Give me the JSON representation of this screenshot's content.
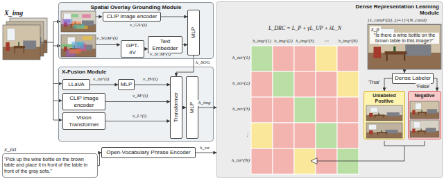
{
  "diagram": {
    "nodes": [
      {
        "text": [
          "Spatial Overlay Grounding Module"
        ]
      },
      {
        "text": [
          "CLIP image encoder"
        ],
        "in": 0
      },
      {
        "text": [
          "GPT-4V"
        ],
        "in": 0
      },
      {
        "text": [
          "Text Embedder"
        ],
        "in": 0
      },
      {
        "text": [
          "MLP"
        ],
        "in": 0
      },
      {
        "text": [
          "X-Fusion Module"
        ]
      },
      {
        "text": [
          "LLaVA"
        ],
        "in": 5
      },
      {
        "text": [
          "MLP"
        ],
        "in": 5
      },
      {
        "text": [
          "CLIP image encoder"
        ],
        "in": 5
      },
      {
        "text": [
          "Vision Transformer"
        ],
        "in": 5
      },
      {
        "text": [
          "Transformer"
        ],
        "in": 5
      },
      {
        "text": [
          "MLP"
        ],
        "in": 5
      },
      {
        "text": [
          "Open-Vocabulary Phrase Encoder"
        ]
      },
      {
        "text": [
          "x_txt",
          "\"Pick up the wine bottle on the brown table and place it in front of the table in front of the gray sofa.\""
        ]
      },
      {
        "text": [
          "Dense Representation Learning Module"
        ]
      },
      {
        "text": [
          "x_p",
          "\"Is there a wine bottle on the brown table in this image?\""
        ],
        "in": 14
      },
      {
        "text": [
          "Dense Labeler"
        ],
        "in": 14
      },
      {
        "text": [
          "Unlabeled Positive"
        ],
        "in": 14
      },
      {
        "text": [
          "Negative"
        ],
        "in": 14
      }
    ],
    "edges": [
      {
        "from": 1,
        "to": 4,
        "arrow": "to",
        "label": "v_GS^(i)"
      },
      {
        "from": 2,
        "to": 3,
        "arrow": "to"
      },
      {
        "from": 3,
        "to": 4,
        "arrow": "to",
        "label": "v_SCM^(i)"
      },
      {
        "from": 4,
        "to": 10,
        "arrow": "to",
        "label": "h_SOG"
      },
      {
        "from": 6,
        "to": 7,
        "arrow": "to",
        "label": "v_txt^(i)"
      },
      {
        "from": 7,
        "to": 10,
        "arrow": "to",
        "label": "v_H^(i)"
      },
      {
        "from": 8,
        "to": 10,
        "arrow": "to",
        "label": "v_M^(i)"
      },
      {
        "from": 9,
        "to": 10,
        "arrow": "to",
        "label": "v_L^(i)"
      },
      {
        "from": 10,
        "to": 11,
        "arrow": "to"
      },
      {
        "from": 11,
        "to": 14,
        "arrow": "to",
        "label": "h_img"
      },
      {
        "from": 12,
        "to": 14,
        "arrow": "to",
        "label": "h_txt"
      },
      {
        "from": 13,
        "to": 12,
        "arrow": "to"
      },
      {
        "from": 15,
        "to": 16,
        "arrow": "to"
      },
      {
        "from": 16,
        "to": 17,
        "arrow": "to",
        "label": "'True'"
      },
      {
        "from": 16,
        "to": 18,
        "arrow": "to",
        "label": "'False'"
      }
    ],
    "labels": [
      "X_img",
      "v_SGM^(i)",
      "L_DRC = L_P + γL_UP + λL_N",
      "{x_cand^(j)}_{j=1}^{N_cand}",
      "h_img^(1)",
      "h_img^(2)",
      "h_img^(3)",
      "⋯",
      "h_img^(N)",
      "h_txt^(1)",
      "h_txt^(2)",
      "h_txt^(3)",
      "⋮",
      "h_txt^(N)"
    ]
  }
}
